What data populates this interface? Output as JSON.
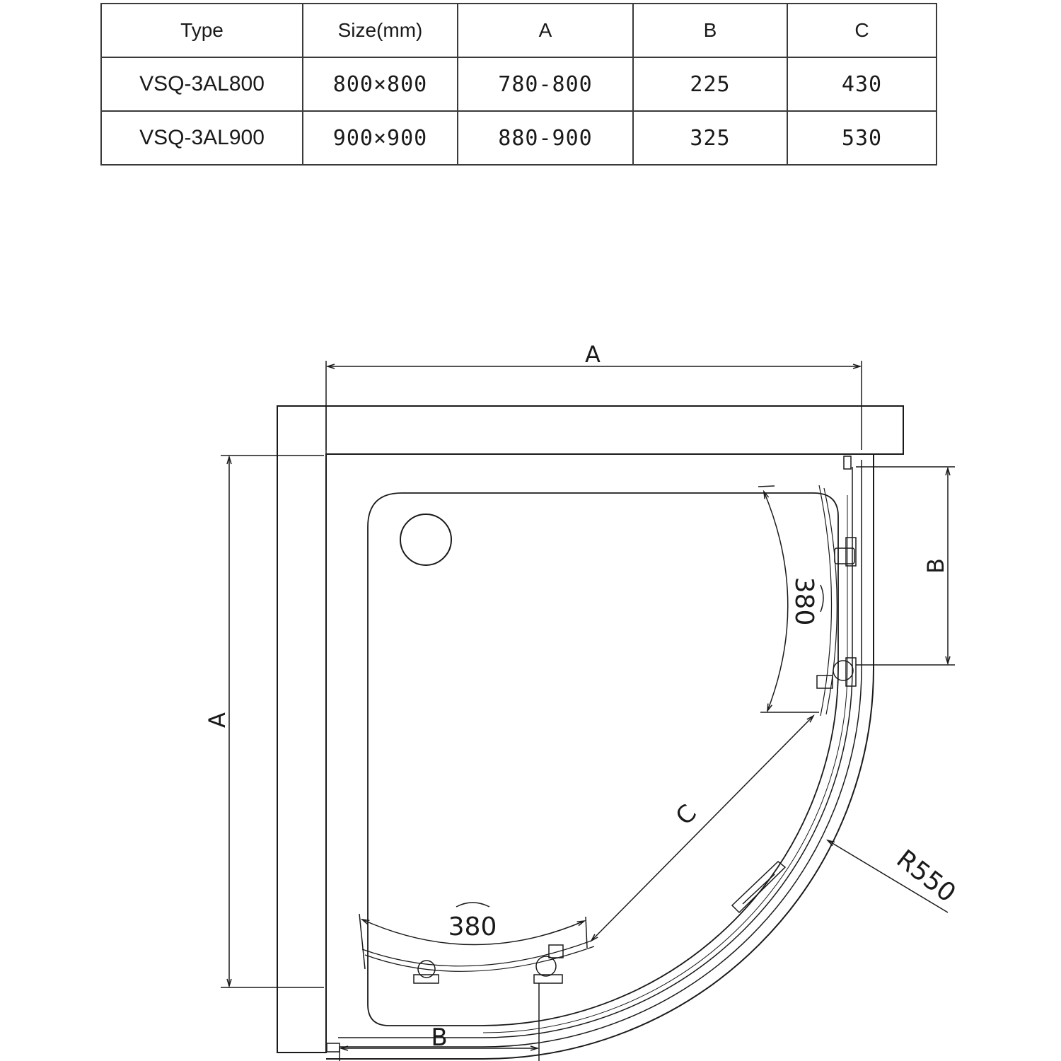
{
  "table": {
    "headers": [
      "Type",
      "Size(mm)",
      "A",
      "B",
      "C"
    ],
    "rows": [
      [
        "VSQ-3AL800",
        "800×800",
        "780-800",
        "225",
        "430"
      ],
      [
        "VSQ-3AL900",
        "900×900",
        "880-900",
        "325",
        "530"
      ]
    ]
  },
  "drawing": {
    "labels": {
      "dim_a_top": "A",
      "dim_a_left": "A",
      "dim_b_right": "B",
      "dim_b_bottom": "B",
      "dim_c": "C",
      "door_width_side": "380",
      "door_width_bottom": "380",
      "radius": "R550"
    }
  }
}
